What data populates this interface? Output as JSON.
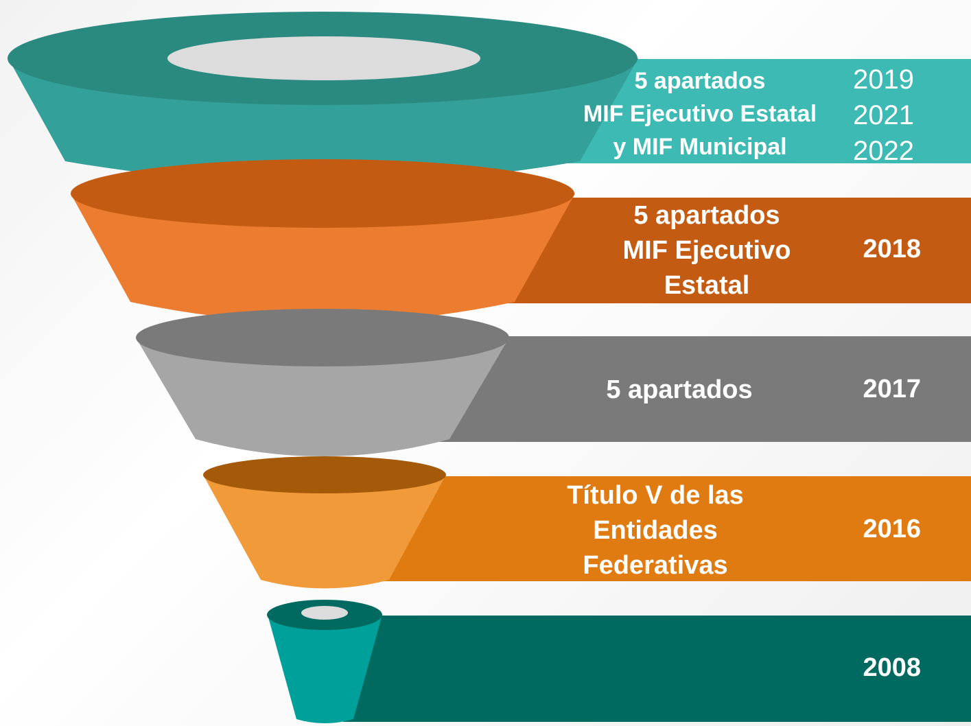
{
  "colors": {
    "teal_light": "#3dbab3",
    "teal_dark": "#2a8a80",
    "orange_band": "#c45b12",
    "orange_body": "#ec7c30",
    "gray_band": "#7a7a7a",
    "gray_body": "#a6a6a6",
    "amber_band": "#e07b11",
    "amber_body": "#f09a3a",
    "deep_teal_band": "#006a60",
    "deep_teal_body": "#00a09a"
  },
  "levels": [
    {
      "lines": [
        "5 apartados",
        "MIF Ejecutivo Estatal",
        "y MIF Municipal"
      ],
      "years": [
        "2019",
        "2021",
        "2022"
      ]
    },
    {
      "lines": [
        "5 apartados",
        "MIF Ejecutivo",
        "Estatal"
      ],
      "years": [
        "2018"
      ]
    },
    {
      "lines": [
        "5 apartados"
      ],
      "years": [
        "2017"
      ]
    },
    {
      "lines": [
        "Título V de las",
        "Entidades",
        "Federativas"
      ],
      "years": [
        "2016"
      ]
    },
    {
      "lines": [],
      "years": [
        "2008"
      ]
    }
  ]
}
